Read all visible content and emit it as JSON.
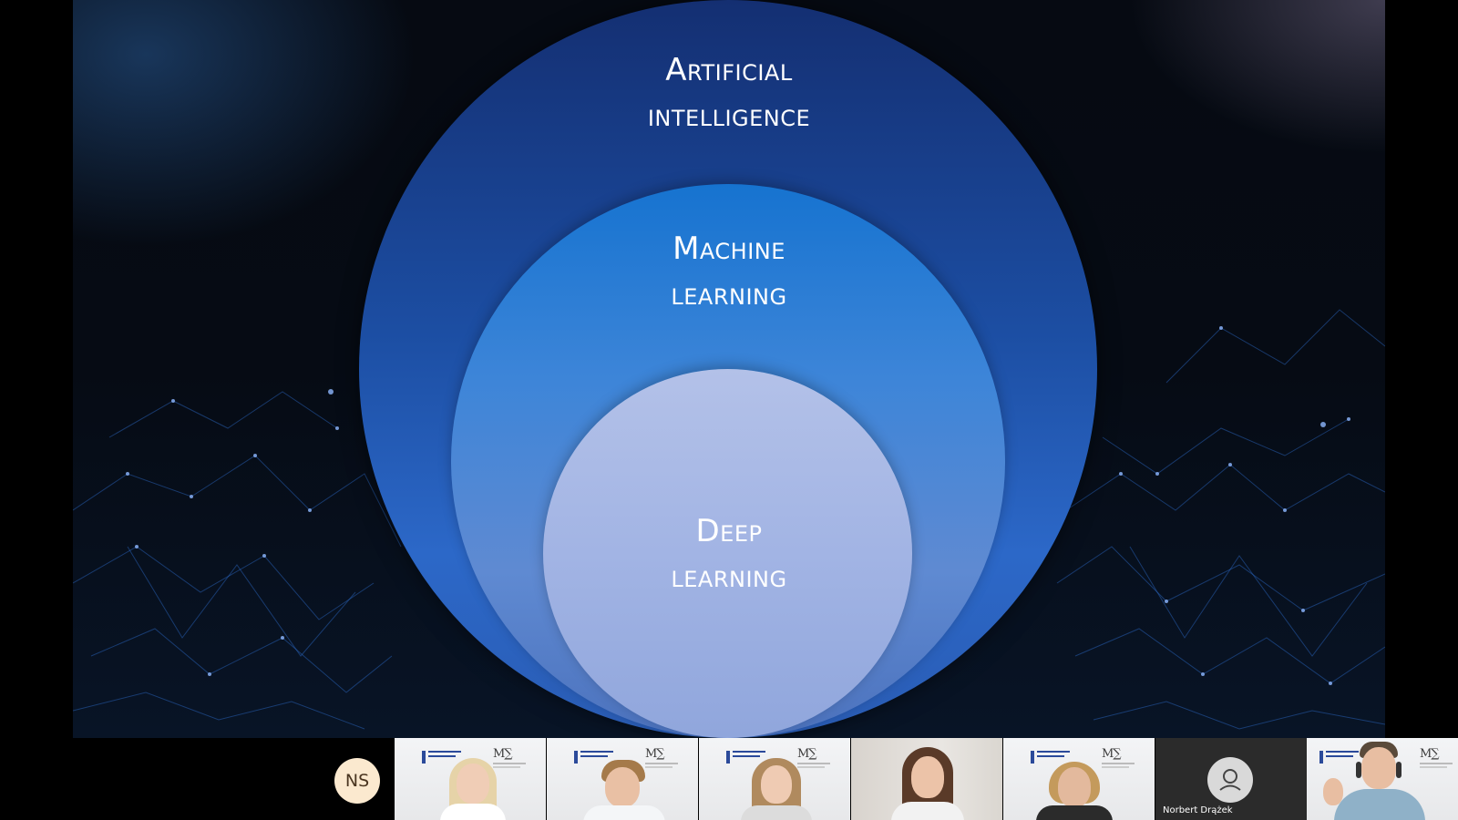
{
  "slide": {
    "circles": [
      {
        "line1": "Artificial",
        "line2": "intelligence"
      },
      {
        "line1": "Machine",
        "line2": "learning"
      },
      {
        "line1": "Deep",
        "line2": "learning"
      }
    ]
  },
  "participants": {
    "initials": "NS",
    "named_tile": "Norbert Drążek",
    "icons": [
      "user-icon"
    ]
  },
  "colors": {
    "outer_circle": "#1c4ea3",
    "middle_circle": "#3d85d8",
    "inner_circle": "#a2b4e4",
    "avatar_bg": "#fbe9cf"
  }
}
